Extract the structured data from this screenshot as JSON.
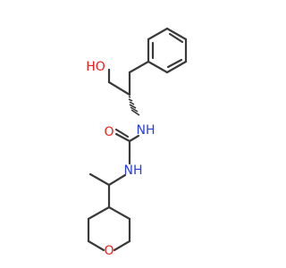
{
  "colors": {
    "bond": "#3a3a3a",
    "oxygen": "#e8201e",
    "nitrogen": "#2a3fd6"
  },
  "atoms": {
    "hydroxyl": "HO",
    "carbonyl_oxygen": "O",
    "nh_upper": "NH",
    "nh_lower": "NH",
    "ring_oxygen": "O"
  }
}
